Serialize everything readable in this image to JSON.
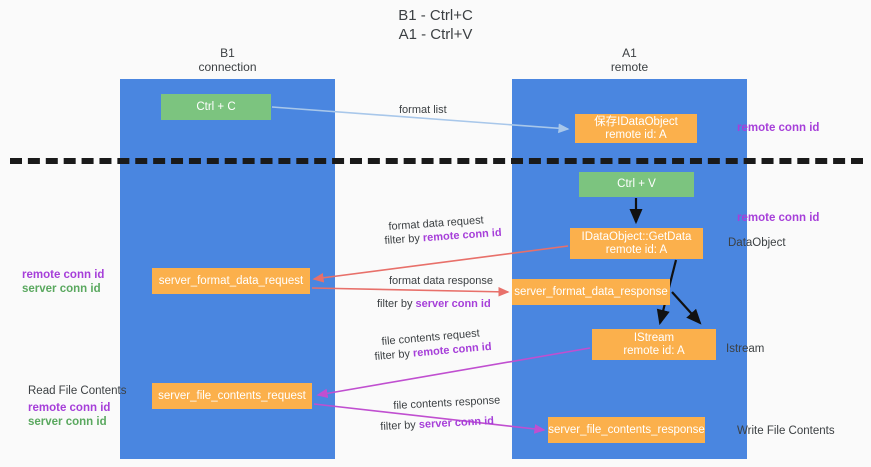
{
  "title": "B1 - Ctrl+C\nA1 - Ctrl+V",
  "columns": {
    "left": "B1\nconnection",
    "right": "A1\nremote"
  },
  "colors": {
    "lane": "#4a86e0",
    "green_node": "#7cc47f",
    "orange_node": "#fbb04c",
    "purple_text": "#a63fd9",
    "green_text": "#5aa85f",
    "separator": "#1a1a1a",
    "arrow_blue": "#a8c7ea",
    "arrow_red": "#e8706a",
    "arrow_magenta": "#c04fd0",
    "arrow_black": "#111111"
  },
  "nodes": {
    "ctrl_c": "Ctrl + C",
    "save_dataobject": "保存IDataObject\nremote id: A",
    "ctrl_v": "Ctrl + V",
    "getdata": "IDataObject::GetData\nremote id: A",
    "server_format_data_request": "server_format_data_request",
    "server_format_data_response": "server_format_data_response",
    "istream": "IStream\nremote id: A",
    "server_file_contents_request": "server_file_contents_request",
    "server_file_contents_response": "server_file_contents_response"
  },
  "edge_labels": {
    "format_list": "format list",
    "format_data_request": "format data request",
    "format_data_request_filter_prefix": "filter by ",
    "format_data_request_filter_key": "remote conn id",
    "format_data_response": "format data response",
    "format_data_response_filter_prefix": "filter by ",
    "format_data_response_filter_key": "server conn id",
    "file_contents_request": "file contents request",
    "file_contents_request_filter_prefix": "filter by ",
    "file_contents_request_filter_key": "remote conn id",
    "file_contents_response": "file contents response",
    "file_contents_response_filter_prefix": "filter by ",
    "file_contents_response_filter_key": "server conn id"
  },
  "annotations": {
    "remote_conn_id_top": "remote conn id",
    "remote_conn_id_mid": "remote conn id",
    "dataobject": "DataObject",
    "istream": "Istream",
    "write_file_contents": "Write File Contents",
    "read_file_contents": "Read File Contents",
    "left_remote_conn_id_1": "remote conn id",
    "left_server_conn_id_1": "server conn id",
    "left_remote_conn_id_2": "remote conn id",
    "left_server_conn_id_2": "server conn id"
  }
}
